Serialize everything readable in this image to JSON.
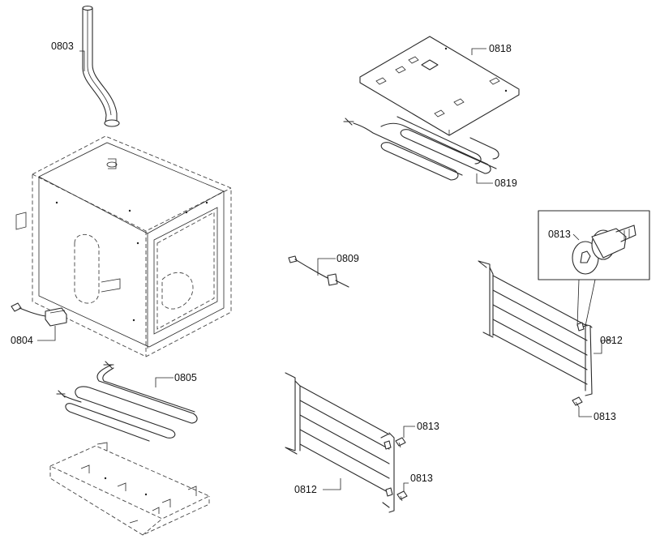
{
  "labels": {
    "tube": "0803",
    "lamp_cable": "0804",
    "lower_heater": "0805",
    "sensor": "0809",
    "rack": "0812",
    "rack_screw": "0813",
    "top_plate": "0818",
    "top_heater": "0819"
  }
}
